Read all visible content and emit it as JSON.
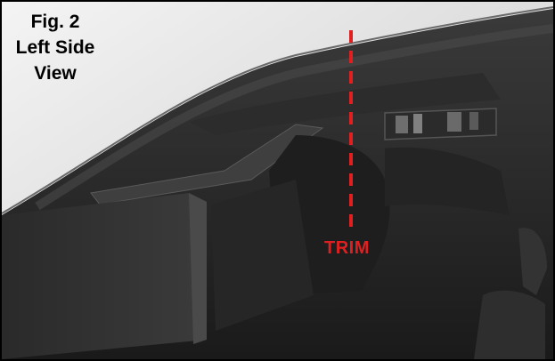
{
  "figure": {
    "number_label": "Fig. 2",
    "caption_line1": "Left Side",
    "caption_line2": "View"
  },
  "annotation": {
    "trim_label": "TRIM",
    "trim_line_color": "#e02020",
    "trim_line_style": "dashed"
  }
}
